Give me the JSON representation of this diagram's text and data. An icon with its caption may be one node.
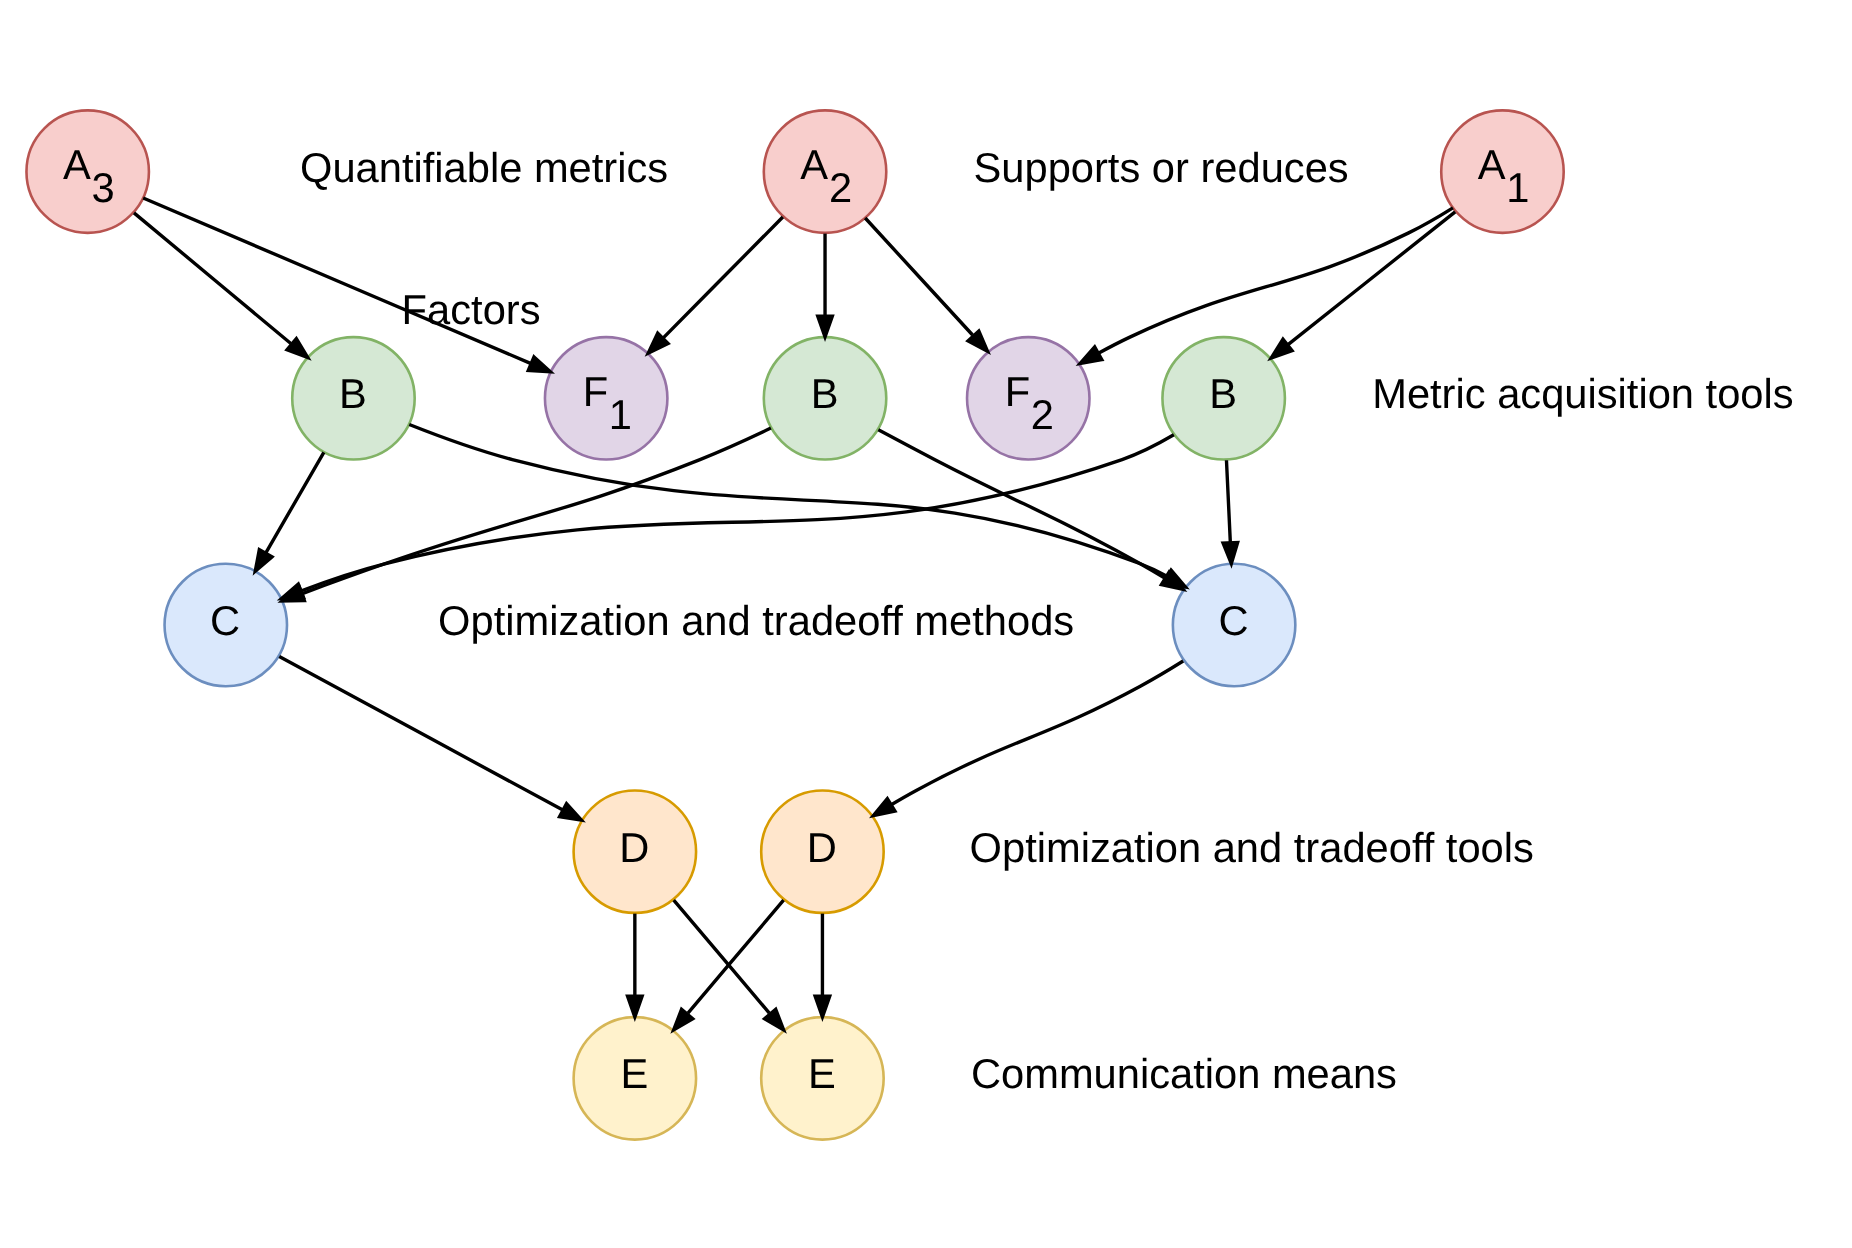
{
  "diagram": {
    "nodes": [
      {
        "text": [
          "A$_{1}$"
        ]
      },
      {
        "text": [
          "A$_{2}$"
        ]
      },
      {
        "text": [
          "A$_{3}$"
        ]
      },
      {
        "text": [
          "B"
        ]
      },
      {
        "text": [
          "B"
        ]
      },
      {
        "text": [
          "B"
        ]
      },
      {
        "text": [
          "F$_{1}$"
        ],
        "beside": [
          "Factors"
        ]
      },
      {
        "text": [
          "F$_{2}$"
        ]
      },
      {
        "text": [
          "C"
        ]
      },
      {
        "text": [
          "C"
        ]
      },
      {
        "text": [
          "D"
        ]
      },
      {
        "text": [
          "D"
        ]
      },
      {
        "text": [
          "E"
        ]
      },
      {
        "text": [
          "E"
        ]
      }
    ],
    "edges": [
      {
        "from": 0,
        "to": 3,
        "arrow": "to"
      },
      {
        "from": 1,
        "to": 4,
        "arrow": "to"
      },
      {
        "from": 2,
        "to": 5,
        "arrow": "to"
      },
      {
        "from": 0,
        "to": 7,
        "arrow": "to"
      },
      {
        "from": 1,
        "to": 7,
        "arrow": "to"
      },
      {
        "from": 1,
        "to": 6,
        "arrow": "to"
      },
      {
        "from": 2,
        "to": 6,
        "arrow": "to"
      },
      {
        "from": 3,
        "to": 8,
        "arrow": "to"
      },
      {
        "from": 3,
        "to": 9,
        "arrow": "to"
      },
      {
        "from": 4,
        "to": 8,
        "arrow": "to"
      },
      {
        "from": 4,
        "to": 9,
        "arrow": "to"
      },
      {
        "from": 5,
        "to": 8,
        "arrow": "to"
      },
      {
        "from": 5,
        "to": 9,
        "arrow": "to"
      },
      {
        "from": 8,
        "to": 10,
        "arrow": "to"
      },
      {
        "from": 9,
        "to": 11,
        "arrow": "to"
      },
      {
        "from": 10,
        "to": 12,
        "arrow": "to"
      },
      {
        "from": 10,
        "to": 13,
        "arrow": "to"
      },
      {
        "from": 11,
        "to": 12,
        "arrow": "to"
      },
      {
        "from": 11,
        "to": 13,
        "arrow": "to"
      }
    ],
    "labels": [
      "Supports or reduces",
      "Quantifiable metrics",
      "Metric acquisition tools",
      "Optimization and tradeoff methods",
      "Optimization and tradeoff tools",
      "Communication means"
    ]
  }
}
